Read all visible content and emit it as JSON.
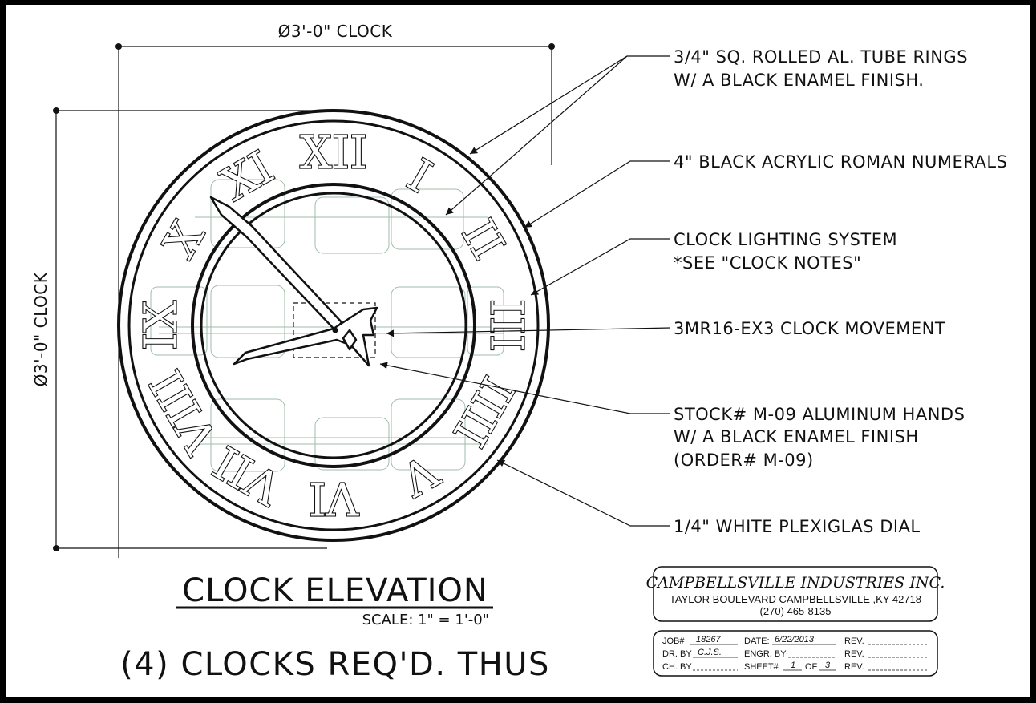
{
  "dimensions": {
    "width_label": "Ø3'-0\" CLOCK",
    "height_label": "Ø3'-0\" CLOCK"
  },
  "notes": [
    {
      "lines": [
        "3/4\" SQ. ROLLED AL. TUBE RINGS",
        "W/ A BLACK ENAMEL FINISH."
      ]
    },
    {
      "lines": [
        "4\" BLACK ACRYLIC ROMAN NUMERALS"
      ]
    },
    {
      "lines": [
        "CLOCK LIGHTING SYSTEM",
        "*SEE \"CLOCK NOTES\""
      ]
    },
    {
      "lines": [
        "3MR16-EX3 CLOCK MOVEMENT"
      ]
    },
    {
      "lines": [
        "STOCK# M-09 ALUMINUM HANDS",
        "W/ A BLACK ENAMEL FINISH",
        "(ORDER# M-09)"
      ]
    },
    {
      "lines": [
        "1/4\" WHITE PLEXIGLAS DIAL"
      ]
    }
  ],
  "numerals": [
    "XII",
    "I",
    "II",
    "III",
    "IIII",
    "V",
    "VI",
    "VII",
    "VIII",
    "IX",
    "X",
    "XI"
  ],
  "title": "CLOCK ELEVATION",
  "scale": "SCALE: 1\" = 1'-0\"",
  "quantity": "(4) CLOCKS REQ'D. THUS",
  "company": {
    "name": "CAMPBELLSVILLE INDUSTRIES INC.",
    "address": "TAYLOR BOULEVARD CAMPBELLSVILLE ,KY 42718",
    "phone": "(270) 465-8135"
  },
  "title_block": {
    "job_label": "JOB#",
    "job_value": "18267",
    "date_label": "DATE:",
    "date_value": "6/22/2013",
    "rev_label": "REV.",
    "drawn_label": "DR. BY",
    "drawn_value": "C.J.S.",
    "engr_label": "ENGR. BY",
    "checked_label": "CH. BY",
    "sheet_label": "SHEET#",
    "sheet_value": "1",
    "of_label": "OF",
    "sheet_total": "3"
  }
}
